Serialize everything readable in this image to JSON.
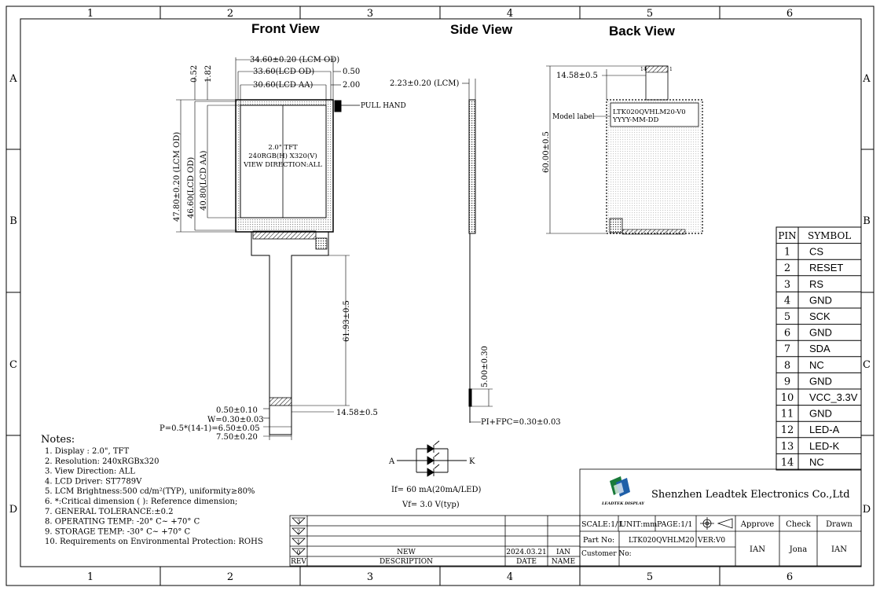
{
  "frame": {
    "columns": [
      "1",
      "2",
      "3",
      "4",
      "5",
      "6"
    ],
    "rows": [
      "A",
      "B",
      "C",
      "D"
    ]
  },
  "views": {
    "front": "Front View",
    "side": "Side View",
    "back": "Back View"
  },
  "front_dims": {
    "lcm_od_w": "34.60±0.20 (LCM OD)",
    "lcd_od_w": "33.60(LCD OD)",
    "lcd_aa_w": "30.60(LCD AA)",
    "right_050": "0.50",
    "right_200": "2.00",
    "top_052": "0.52",
    "top_182": "1.82",
    "lcm_od_h": "47.80±0.20 (LCM OD)",
    "lcd_od_h": "46.60(LCD OD)",
    "lcd_aa_h": "40.80(LCD AA)",
    "pull_hand": "PULL HAND",
    "fpc_len": "61.93±0.5",
    "fpc_w": "14.58±0.5",
    "pin_t": "0.50±0.10",
    "pin_w": "W=0.30±0.03",
    "pitch": "P=0.5*(14-1)=6.50±0.05",
    "conn_w": "7.50±0.20"
  },
  "display_text": {
    "line1": "2.0\" TFT",
    "line2": "240RGB(H) X320(V)",
    "line3": "VIEW DIRECTION:ALL"
  },
  "side_dims": {
    "thickness": "2.23±0.20 (LCM)",
    "stiffener": "5.00±0.30",
    "fpc": "PI+FPC=0.30±0.03"
  },
  "back_dims": {
    "fpc_w": "14.58±0.5",
    "height": "60.00±0.5",
    "model_label": "Model label",
    "label_line1": "LTK020QVHLM20-V0",
    "label_line2": "YYYY-MM-DD",
    "pin1": "1",
    "pin14": "14"
  },
  "pin_table": {
    "header_pin": "PIN",
    "header_symbol": "SYMBOL",
    "rows": [
      {
        "pin": "1",
        "symbol": "CS"
      },
      {
        "pin": "2",
        "symbol": "RESET"
      },
      {
        "pin": "3",
        "symbol": "RS"
      },
      {
        "pin": "4",
        "symbol": "GND"
      },
      {
        "pin": "5",
        "symbol": "SCK"
      },
      {
        "pin": "6",
        "symbol": "GND"
      },
      {
        "pin": "7",
        "symbol": "SDA"
      },
      {
        "pin": "8",
        "symbol": "NC"
      },
      {
        "pin": "9",
        "symbol": "GND"
      },
      {
        "pin": "10",
        "symbol": "VCC_3.3V"
      },
      {
        "pin": "11",
        "symbol": "GND"
      },
      {
        "pin": "12",
        "symbol": "LED-A"
      },
      {
        "pin": "13",
        "symbol": "LED-K"
      },
      {
        "pin": "14",
        "symbol": "NC"
      }
    ]
  },
  "led": {
    "anode": "A",
    "cathode": "K",
    "if_text": "If= 60 mA(20mA/LED)",
    "vf_text": "Vf= 3.0 V(typ)"
  },
  "notes": {
    "heading": "Notes:",
    "items": [
      "1. Display : 2.0\", TFT",
      "2. Resolution: 240xRGBx320",
      "3. View Direction: ALL",
      "4. LCD Driver: ST7789V",
      "5. LCM Brightness:500 cd/m²(TYP), uniformity≥80%",
      "6. *:Critical dimension  ( ): Reference dimension;",
      "7. GENERAL TOLERANCE:±0.2",
      "8. OPERATING TEMP: -20° C~ +70° C",
      "9. STORAGE TEMP: -30° C~ +70° C",
      "10. Requirements on Environmental Protection: ROHS"
    ]
  },
  "revision": {
    "marks": [
      "3",
      "2",
      "1",
      "0"
    ],
    "rev_header": "REV",
    "desc_header": "DESCRIPTION",
    "date_header": "DATE",
    "name_header": "NAME",
    "row0_desc": "NEW",
    "row0_date": "2024.03.21",
    "row0_name": "IAN"
  },
  "title_block": {
    "company": "Shenzhen Leadtek Electronics Co.,Ltd",
    "logo_text": "LEADTEK DISPLAY",
    "scale": "SCALE:1/1",
    "unit": "UNIT:mm",
    "page": "PAGE:1/1",
    "part_no_label": "Part No:",
    "part_no": "LTK020QVHLM20",
    "ver": "VER:V0",
    "customer_label": "Customer No:",
    "approve": "Approve",
    "check": "Check",
    "drawn": "Drawn",
    "approve_name": "IAN",
    "check_name": "Jona",
    "drawn_name": "IAN"
  }
}
